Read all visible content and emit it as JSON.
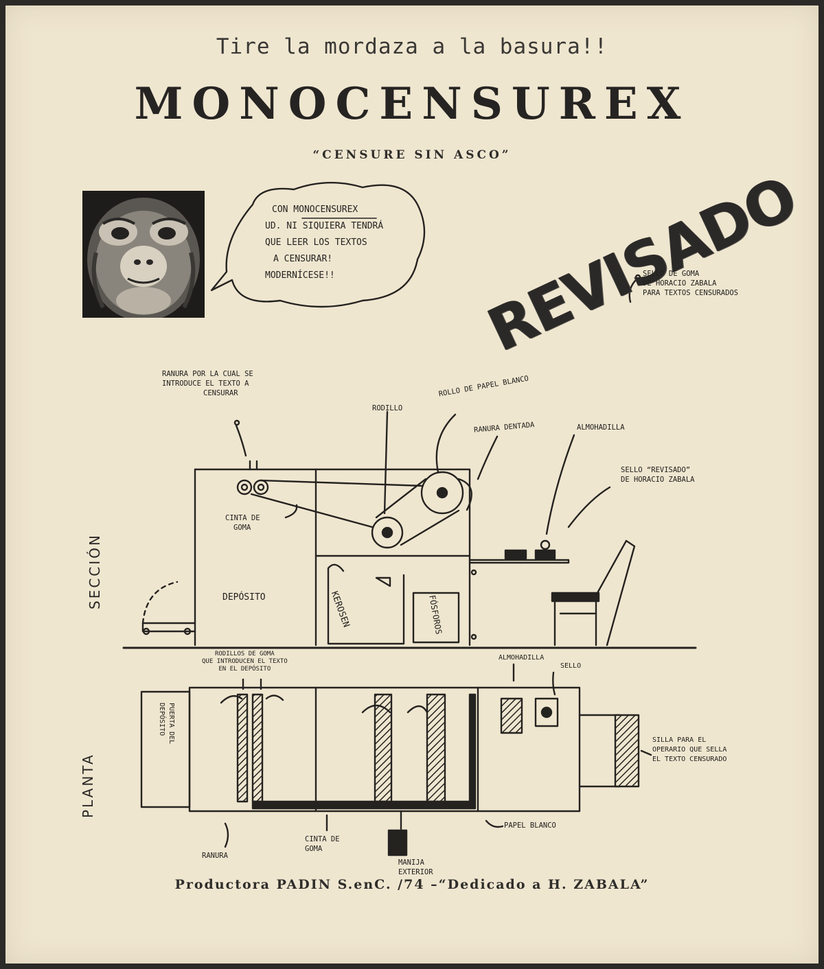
{
  "header": {
    "tagline": "Tire la mordaza a la basura!!",
    "brand": "MONOCENSUREX",
    "slogan": "“CENSURE SIN ASCO”"
  },
  "speech_bubble": {
    "line1": "Con MONOCENSUREX",
    "line2": "Ud. ni siquiera tendrá",
    "line3": "que leer los textos",
    "line4": "a censurar!",
    "line5": "Modernícese!!"
  },
  "stamp": {
    "word": "REVISADO",
    "note_line1": "Sello de goma",
    "note_line2": "de Horacio Zabala",
    "note_line3": "para textos censurados"
  },
  "section_view": {
    "label": "Sección",
    "ranura_line1": "Ranura por la cual se",
    "ranura_line2": "introduce el texto a",
    "ranura_line3": "censurar",
    "rollo": "Rollo de papel blanco",
    "rodillo": "Rodillo",
    "ranura_dentada": "Ranura dentada",
    "almohadilla": "Almohadilla",
    "sello_line1": "Sello “Revisado”",
    "sello_line2": "de Horacio Zabala",
    "cinta_line1": "Cinta de",
    "cinta_line2": "goma",
    "deposito": "Depósito",
    "kerosen": "Kerosen",
    "fosforos": "Fósforos"
  },
  "plan_view": {
    "label": "Planta",
    "rodillos_line1": "Rodillos de goma",
    "rodillos_line2": "que introducen el texto",
    "rodillos_line3": "en el depósito",
    "almohadilla": "Almohadilla",
    "sello": "Sello",
    "silla_line1": "Silla para el",
    "silla_line2": "operario que sella",
    "silla_line3": "el texto censurado",
    "puerta_line1": "Puerta del",
    "puerta_line2": "depósito",
    "ranura": "Ranura",
    "cinta_line1": "Cinta de",
    "cinta_line2": "goma",
    "manija_line1": "Manija",
    "manija_line2": "exterior",
    "papel": "Papel blanco"
  },
  "footer": {
    "credit": "Productora PADIN S.enC. /74 –“Dedicado a H. ZABALA”"
  },
  "colors": {
    "paper": "#efe6d0",
    "ink": "#2a2826",
    "frame": "#2b2a28"
  }
}
